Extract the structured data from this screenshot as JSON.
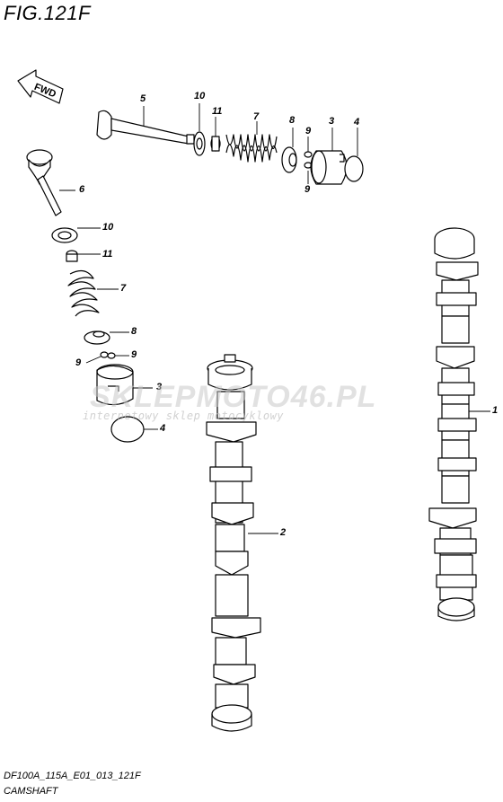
{
  "figure_title": "FIG.121F",
  "direction_label": "FWD",
  "part_labels": {
    "p5": "5",
    "p10a": "10",
    "p11a": "11",
    "p7a": "7",
    "p8a": "8",
    "p9a": "9",
    "p3a": "3",
    "p4a": "4",
    "p9b": "9",
    "p6": "6",
    "p10b": "10",
    "p11b": "11",
    "p7b": "7",
    "p8b": "8",
    "p9c": "9",
    "p9d": "9",
    "p3b": "3",
    "p4b": "4",
    "p2": "2",
    "p1": "1"
  },
  "watermark": {
    "text": "SKLEPMOTO46.PL",
    "subtext": "internetowy sklep motocyklowy",
    "accent_color": "#e5474b"
  },
  "footer": {
    "code": "DF100A_115A_E01_013_121F",
    "name": "CAMSHAFT"
  }
}
